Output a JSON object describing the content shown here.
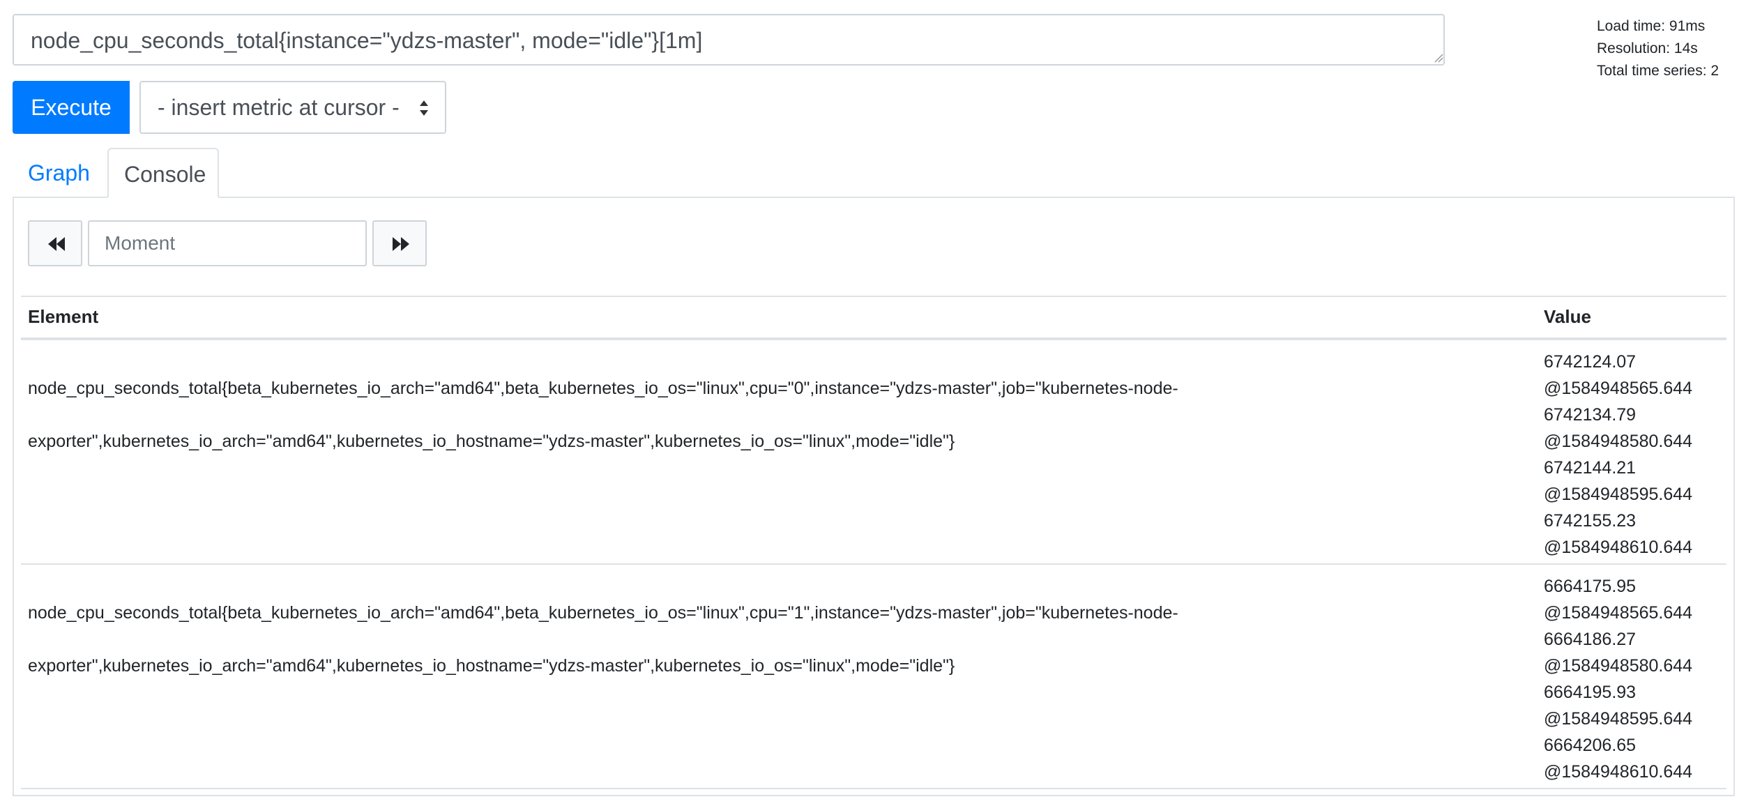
{
  "query": {
    "value": "node_cpu_seconds_total{instance=\"ydzs-master\", mode=\"idle\"}[1m]"
  },
  "stats": {
    "load_time": "Load time: 91ms",
    "resolution": "Resolution: 14s",
    "total_series": "Total time series: 2"
  },
  "toolbar": {
    "execute_label": "Execute",
    "metric_select_label": "- insert metric at cursor -"
  },
  "tabs": [
    {
      "label": "Graph",
      "active": false
    },
    {
      "label": "Console",
      "active": true
    }
  ],
  "console": {
    "moment_placeholder": "Moment",
    "prev_icon": "fast-backward-icon",
    "next_icon": "fast-forward-icon"
  },
  "table": {
    "columns": [
      "Element",
      "Value"
    ],
    "rows": [
      {
        "element_line1": "node_cpu_seconds_total{beta_kubernetes_io_arch=\"amd64\",beta_kubernetes_io_os=\"linux\",cpu=\"0\",instance=\"ydzs-master\",job=\"kubernetes-node-",
        "element_line2": "exporter\",kubernetes_io_arch=\"amd64\",kubernetes_io_hostname=\"ydzs-master\",kubernetes_io_os=\"linux\",mode=\"idle\"}",
        "values": [
          "6742124.07",
          "@1584948565.644",
          "6742134.79",
          "@1584948580.644",
          "6742144.21",
          "@1584948595.644",
          "6742155.23",
          "@1584948610.644"
        ]
      },
      {
        "element_line1": "node_cpu_seconds_total{beta_kubernetes_io_arch=\"amd64\",beta_kubernetes_io_os=\"linux\",cpu=\"1\",instance=\"ydzs-master\",job=\"kubernetes-node-",
        "element_line2": "exporter\",kubernetes_io_arch=\"amd64\",kubernetes_io_hostname=\"ydzs-master\",kubernetes_io_os=\"linux\",mode=\"idle\"}",
        "values": [
          "6664175.95",
          "@1584948565.644",
          "6664186.27",
          "@1584948580.644",
          "6664195.93",
          "@1584948595.644",
          "6664206.65",
          "@1584948610.644"
        ]
      }
    ]
  },
  "colors": {
    "accent": "#007bff",
    "border": "#dee2e6"
  }
}
